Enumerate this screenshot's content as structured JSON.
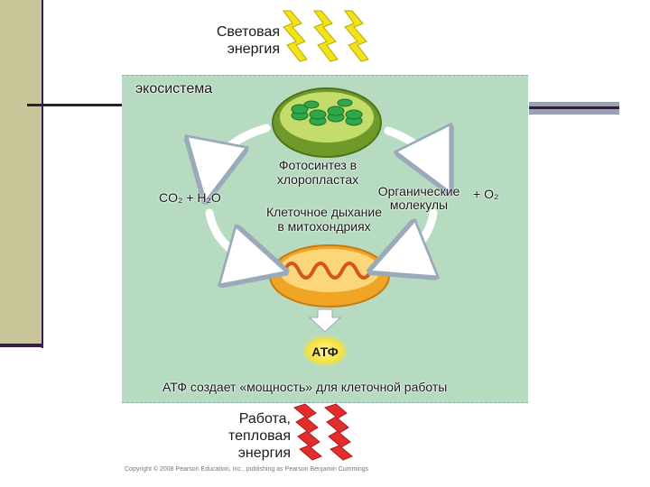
{
  "diagram": {
    "light_energy": "Световая энергия",
    "ecosystem": "экосистема",
    "photosynthesis": "Фотосинтез в хлоропластах",
    "organic": "Органические молекулы",
    "o2": "+ O₂",
    "co2_h2o": "CO₂ + H₂O",
    "respiration": "Клеточное дыхание в митохондриях",
    "atp": "АТФ",
    "caption": "АТФ создает «мощность» для клеточной работы",
    "work": "Работа, тепловая энергия",
    "copyright": "Copyright © 2008 Pearson Education, Inc., publishing as Pearson Benjamin Cummings"
  },
  "colors": {
    "ecosystem_bg": "#b6dbc0",
    "sun_rays": "#f2e21a",
    "heat_rays": "#e32d2d",
    "arrows": "#ffffff",
    "atp_glow": "#f7e23a",
    "chloroplast": "#8ab83a",
    "mitochondrion": "#f0a526"
  }
}
